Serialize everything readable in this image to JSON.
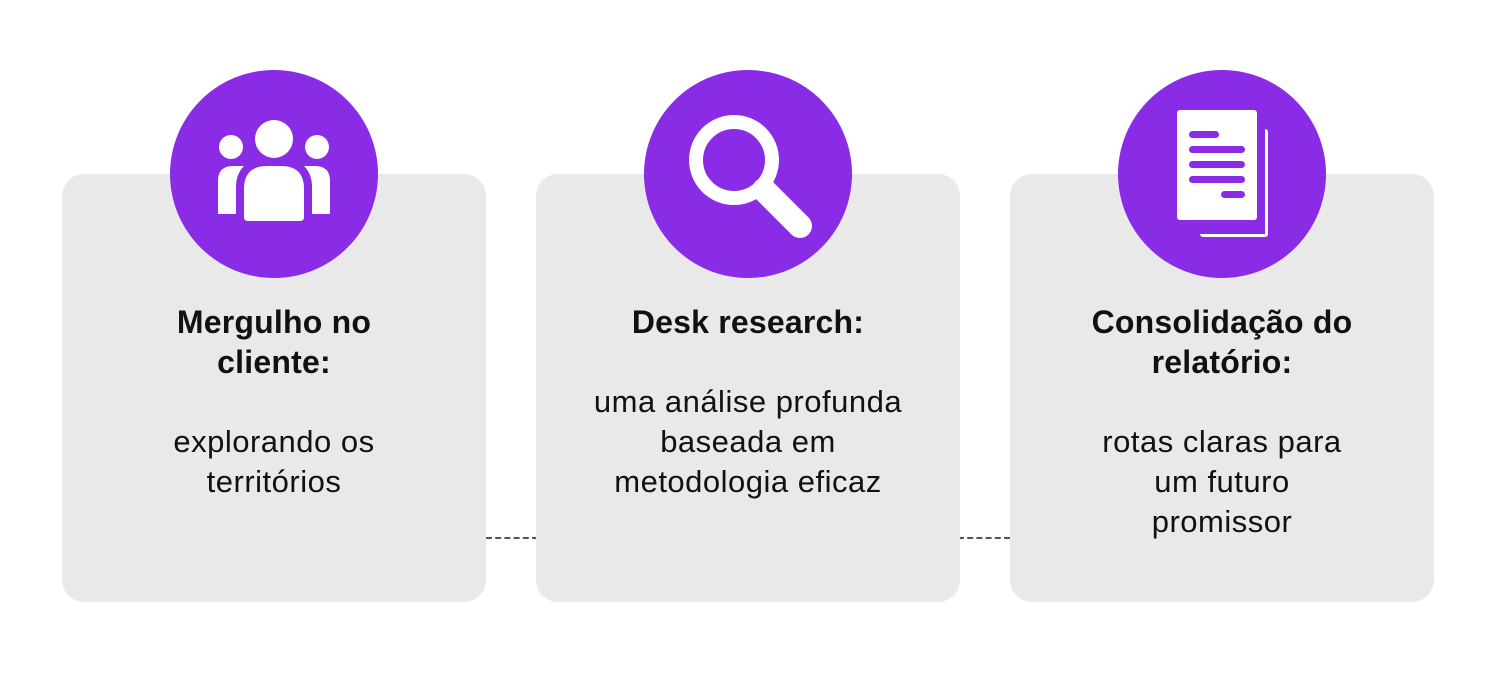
{
  "colors": {
    "accent": "#8a2be6",
    "card_bg": "#e9e9ea",
    "text": "#111111",
    "connector": "#555555"
  },
  "steps": [
    {
      "icon": "people-icon",
      "title": "Mergulho no cliente:",
      "description": "explorando os territórios"
    },
    {
      "icon": "magnifier-icon",
      "title": "Desk research:",
      "description": "uma análise profunda baseada em metodologia eficaz"
    },
    {
      "icon": "document-icon",
      "title": "Consolidação do relatório:",
      "description": "rotas claras para um futuro promissor"
    }
  ]
}
